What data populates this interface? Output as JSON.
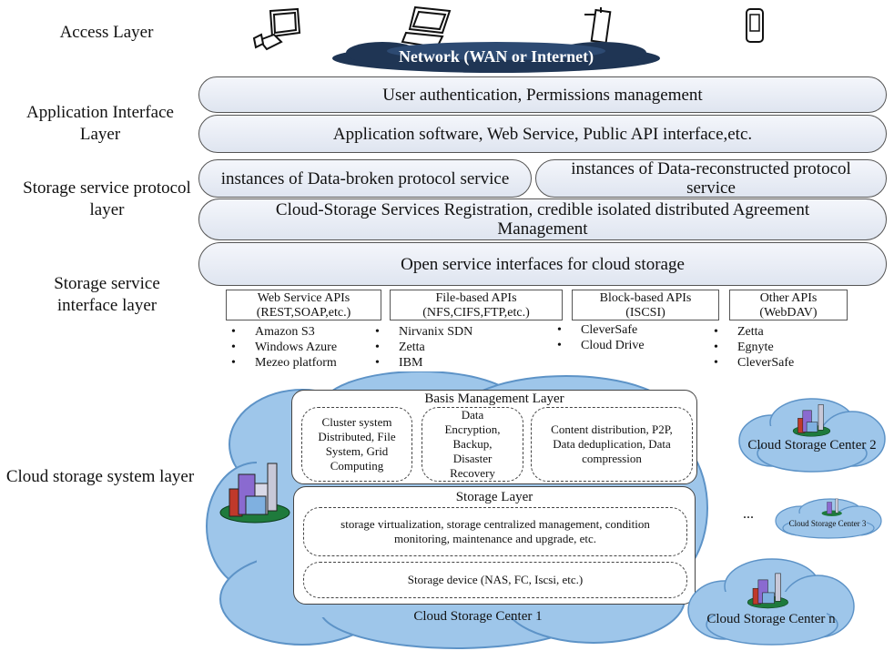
{
  "layers": {
    "access": "Access Layer",
    "app_interface": "Application Interface Layer",
    "protocol": "Storage service protocol layer",
    "interface": "Storage service interface layer",
    "system": "Cloud storage system layer"
  },
  "network": "Network (WAN or Internet)",
  "app_boxes": {
    "auth": "User authentication, Permissions management",
    "software": "Application software, Web Service, Public API interface,etc."
  },
  "protocol_boxes": {
    "broken": "instances of Data-broken protocol service",
    "reconstructed": "instances of Data-reconstructed protocol service",
    "registration": "Cloud-Storage Services Registration, credible isolated distributed Agreement Management"
  },
  "open_interfaces": "Open service interfaces for cloud storage",
  "apis": [
    {
      "title": "Web Service APIs",
      "sub": "(REST,SOAP,etc.)",
      "items": [
        "Amazon S3",
        "Windows Azure",
        "Mezeo platform"
      ]
    },
    {
      "title": "File-based APIs",
      "sub": "(NFS,CIFS,FTP,etc.)",
      "items": [
        "Nirvanix SDN",
        "Zetta",
        "IBM"
      ]
    },
    {
      "title": "Block-based APIs",
      "sub": "(ISCSI)",
      "items": [
        "CleverSafe",
        "Cloud Drive"
      ]
    },
    {
      "title": "Other APIs",
      "sub": "(WebDAV)",
      "items": [
        "Zetta",
        "Egnyte",
        "CleverSafe"
      ]
    }
  ],
  "basis": {
    "title": "Basis Management Layer",
    "cluster": "Cluster system Distributed, File System, Grid Computing",
    "security": "Data Encryption, Backup, Disaster Recovery",
    "content": "Content distribution, P2P, Data deduplication, Data compression"
  },
  "storage": {
    "title": "Storage Layer",
    "virtualization": "storage virtualization, storage centralized management, condition monitoring, maintenance and upgrade, etc.",
    "device": "Storage device (NAS, FC, Iscsi, etc.)"
  },
  "centers": {
    "c1": "Cloud Storage Center 1",
    "c2": "Cloud Storage Center 2",
    "c3": "Cloud Storage Center 3",
    "cn": "Cloud Storage Center n",
    "ellipsis": "..."
  },
  "colors": {
    "cloud": "#9ec6ea",
    "cloud_edge": "#5d93c7",
    "network": "#1f3554"
  },
  "icons": [
    "desktop-computer-icon",
    "laptop-icon",
    "tablet-icon",
    "mobile-phone-icon",
    "building-cluster-icon"
  ]
}
